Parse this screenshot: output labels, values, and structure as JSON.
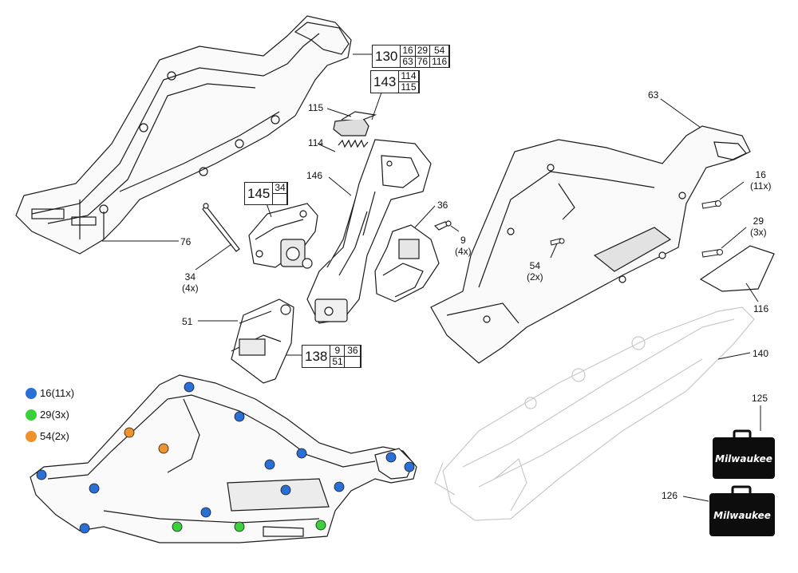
{
  "callouts": {
    "c63": "63",
    "c16": "16",
    "c16q": "(11x)",
    "c29": "29",
    "c29q": "(3x)",
    "c54": "54",
    "c54q": "(2x)",
    "c116": "116",
    "c140": "140",
    "c125": "125",
    "c126": "126",
    "c115": "115",
    "c114": "114",
    "c146": "146",
    "c36": "36",
    "c9": "9",
    "c9q": "(4x)",
    "c76": "76",
    "c34": "34",
    "c34q": "(4x)",
    "c51": "51"
  },
  "kits": {
    "k130": {
      "main": "130",
      "cells": [
        "16",
        "29",
        "54",
        "63",
        "76",
        "116"
      ]
    },
    "k143": {
      "main": "143",
      "cells": [
        "114",
        "115"
      ]
    },
    "k145": {
      "main": "145",
      "cells": [
        "34",
        ""
      ]
    },
    "k138": {
      "main": "138",
      "cells": [
        "9",
        "36",
        "51",
        ""
      ]
    }
  },
  "legend": [
    {
      "label": "16(11x)",
      "color": "#2a6fd6"
    },
    {
      "label": "29(3x)",
      "color": "#3bd13b"
    },
    {
      "label": "54(2x)",
      "color": "#f0922b"
    }
  ],
  "brand": "Milwaukee",
  "colors": {
    "line": "#1a1a1a",
    "ghost": "#c8c8c8",
    "case": "#0d0d0d"
  }
}
